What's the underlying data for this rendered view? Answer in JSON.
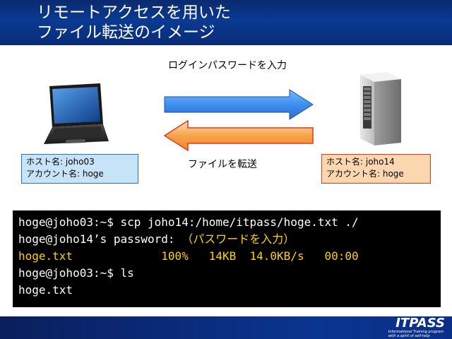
{
  "header": {
    "title_line1": "リモートアクセスを用いた",
    "title_line2": "ファイル転送のイメージ"
  },
  "diagram": {
    "login_label": "ログインパスワードを入力",
    "transfer_label": "ファイルを転送",
    "client_box": {
      "host_line": "ホスト名: joho03",
      "account_line": "アカウント名: hoge"
    },
    "server_box": {
      "host_line": "ホスト名: joho14",
      "account_line": "アカウント名: hoge"
    },
    "colors": {
      "arrow_right": "#3f8ff0",
      "arrow_left": "#f7a34a",
      "client_box_bg": "#c7e3f7",
      "server_box_bg": "#fbd6ae"
    },
    "icons": [
      "laptop-icon",
      "server-icon"
    ]
  },
  "terminal": {
    "line1": "hoge@joho03:~$ scp joho14:/home/itpass/hoge.txt ./",
    "line2_prefix": "hoge@joho14’s password: ",
    "line2_hint": "（パスワードを入力）",
    "line3": "hoge.txt             100%   14KB  14.0KB/s   00:00",
    "line4": "hoge@joho03:~$ ls",
    "line5": "hoge.txt"
  },
  "footer": {
    "logo_text": "ITPASS",
    "logo_tagline_1": "Informational Training program",
    "logo_tagline_2": "with a spirit of self-help"
  }
}
